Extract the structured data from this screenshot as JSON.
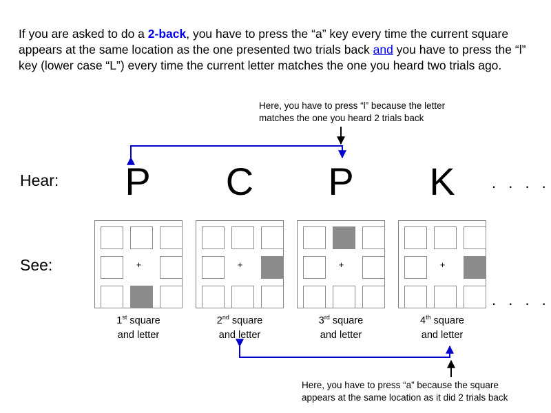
{
  "intro": {
    "part1": "If you are asked to do a ",
    "task": "2-back",
    "part2": ", you have to press the “a” key every time the current square appears at the same location as the one presented two trials back ",
    "link": "and",
    "part3": " you have to press the “l” key (lower case “L”) every time the current letter matches the one you heard two trials ago."
  },
  "top_note": {
    "line1": "Here, you have to press “l” because the letter",
    "line2": "matches the one you heard 2 trials back"
  },
  "bottom_note": {
    "line1": "Here, you have to press “a” because the square",
    "line2": "appears at the same location as it did 2 trials back"
  },
  "labels": {
    "hear": "Hear:",
    "see": "See:"
  },
  "ellipsis": ". . . .",
  "cross": "+",
  "colors": {
    "arrow": "#0000cc",
    "filled_cell": "#8c8c8c",
    "link": "#0000ee"
  },
  "trials": [
    {
      "letter": "P",
      "filled_cell": 7,
      "num": "1",
      "suffix": "st",
      "caption_rest": " square",
      "caption_line2": "and letter"
    },
    {
      "letter": "C",
      "filled_cell": 5,
      "num": "2",
      "suffix": "nd",
      "caption_rest": " square",
      "caption_line2": "and letter"
    },
    {
      "letter": "P",
      "filled_cell": 1,
      "num": "3",
      "suffix": "rd",
      "caption_rest": " square",
      "caption_line2": "and letter"
    },
    {
      "letter": "K",
      "filled_cell": 5,
      "num": "4",
      "suffix": "th",
      "caption_rest": " square",
      "caption_line2": "and letter"
    }
  ]
}
